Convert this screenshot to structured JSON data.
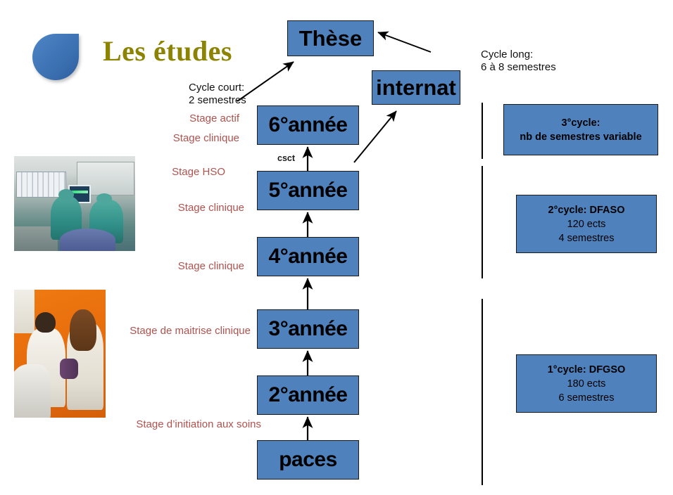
{
  "slide": {
    "title": "Les études",
    "logo_icon": "blue-droplet-logo"
  },
  "annotations": {
    "cycle_court": "Cycle court:\n2 semestres",
    "cycle_long": "Cycle long:\n6 à 8 semestres",
    "csct": "csct"
  },
  "flow": {
    "top_boxes": [
      {
        "label": "Thèse"
      },
      {
        "label": "internat"
      }
    ],
    "year_boxes": [
      {
        "label": "6°année"
      },
      {
        "label": "5°année"
      },
      {
        "label": "4°année"
      },
      {
        "label": "3°année"
      },
      {
        "label": "2°année"
      },
      {
        "label": "paces"
      }
    ]
  },
  "stage_labels": [
    {
      "label": "Stage actif"
    },
    {
      "label": "Stage clinique"
    },
    {
      "label": "Stage HSO"
    },
    {
      "label": "Stage clinique"
    },
    {
      "label": "Stage clinique"
    },
    {
      "label": "Stage de maitrise clinique"
    },
    {
      "label": "Stage d’initiation aux soins"
    }
  ],
  "cycles": [
    {
      "line1": "3°cycle:",
      "line2": "nb de semestres variable",
      "line3": ""
    },
    {
      "line1": "2°cycle: DFASO",
      "line2": "120 ects",
      "line3": "4 semestres"
    },
    {
      "line1": "1°cycle: DFGSO",
      "line2": "180 ects",
      "line3": "6 semestres"
    }
  ],
  "photos": [
    {
      "caption_icon": "operating-room-photo"
    },
    {
      "caption_icon": "dental-clinic-photo"
    }
  ],
  "colors": {
    "box_blue": "#4F81BD",
    "title_olive": "#8C8300",
    "stage_red": "#B0524E",
    "outline": "#1A1A1A"
  }
}
